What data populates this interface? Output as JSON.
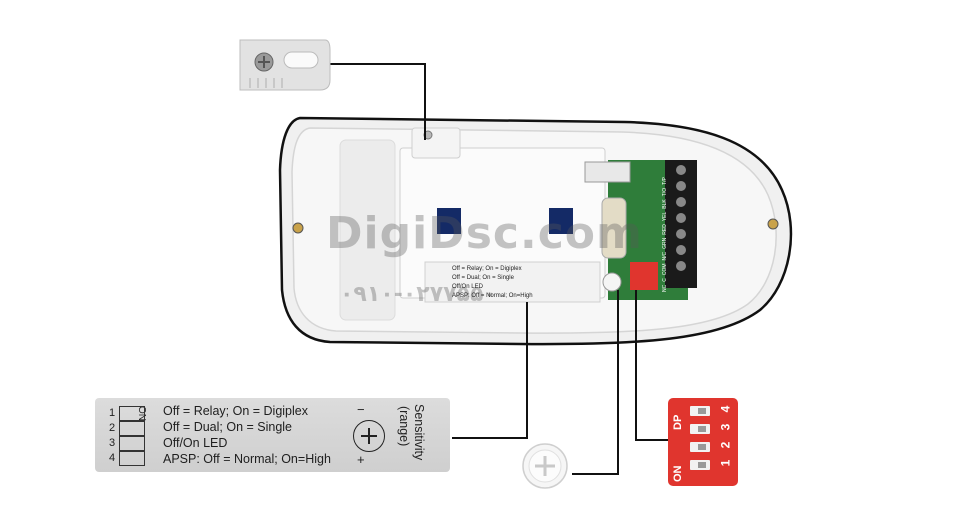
{
  "watermark": {
    "brand": "DigiDsc.com",
    "phone": "۰۹۱۰-۰۲۷۷۵۵۰"
  },
  "dip_label": {
    "on_label": "ON",
    "switch_numbers": [
      "1",
      "2",
      "3",
      "4"
    ],
    "rows": [
      "Off = Relay; On = Digiplex",
      "Off = Dual; On = Single",
      "Off/On LED",
      "APSP: Off = Normal; On=High"
    ],
    "sensitivity_title": "Sensitivity",
    "sensitivity_sub": "(range)",
    "minus": "−",
    "plus": "+"
  },
  "dip_switch": {
    "dp_label": "DP",
    "on_label": "ON",
    "numbers": [
      "1",
      "2",
      "3",
      "4"
    ],
    "color": "#e0352e"
  },
  "terminal_labels": [
    "NC",
    "C",
    "COM",
    "N/C",
    "GRN",
    "RED",
    "YEL",
    "BLK",
    "T/O",
    "T/P"
  ],
  "colors": {
    "housing": "#f2f2f2",
    "outline": "#111111",
    "board": "#2f7d3a",
    "callout_line": "#111111"
  }
}
